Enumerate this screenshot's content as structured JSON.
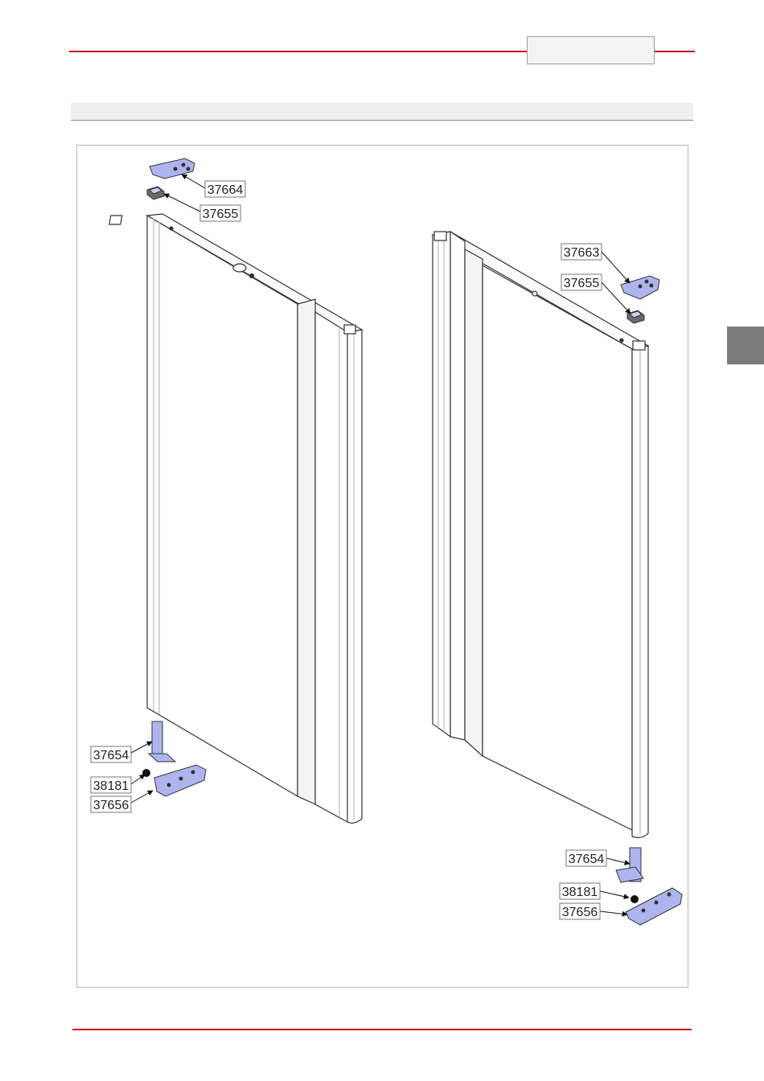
{
  "callouts": {
    "left_hinge_top": "37664",
    "left_bushing_top": "37655",
    "left_pin": "37654",
    "left_washer": "38181",
    "left_hinge_bottom": "37656",
    "right_hinge_top": "37663",
    "right_bushing_top": "37655",
    "right_pin": "37654",
    "right_washer": "38181",
    "right_hinge_bottom": "37656"
  },
  "colors": {
    "accent_red": "#c8161d",
    "part_blue": "#aeb4ee",
    "tab_gray": "#7b7b7b"
  }
}
